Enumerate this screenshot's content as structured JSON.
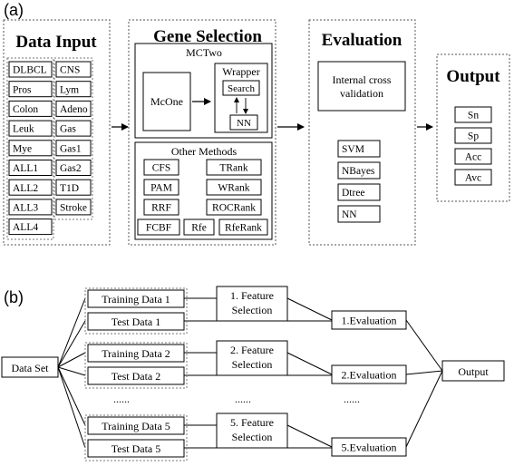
{
  "panel_a": {
    "label": "(a)",
    "data_input": {
      "title": "Data Input",
      "left_items": [
        "DLBCL",
        "Pros",
        "Colon",
        "Leuk",
        "Mye",
        "ALL1",
        "ALL2",
        "ALL3",
        "ALL4"
      ],
      "right_items": [
        "CNS",
        "Lym",
        "Adeno",
        "Gas",
        "Gas1",
        "Gas2",
        "T1D",
        "Stroke"
      ]
    },
    "gene_selection": {
      "title": "Gene Selection",
      "mctwo": {
        "title": "MCTwo",
        "mcone": "McOne",
        "wrapper": "Wrapper",
        "search": "Search",
        "nn": "NN"
      },
      "other_methods": {
        "title": "Other Methods",
        "items": [
          "CFS",
          "TRank",
          "PAM",
          "WRank",
          "RRF",
          "ROCRank",
          "FCBF",
          "Rfe",
          "RfeRank"
        ]
      }
    },
    "evaluation": {
      "title": "Evaluation",
      "internal_line1": "Internal cross",
      "internal_line2": "validation",
      "classifiers": [
        "SVM",
        "NBayes",
        "Dtree",
        "NN"
      ]
    },
    "output": {
      "title": "Output",
      "items": [
        "Sn",
        "Sp",
        "Acc",
        "Avc"
      ]
    }
  },
  "panel_b": {
    "label": "(b)",
    "data_set": "Data Set",
    "rows": [
      {
        "training": "Training Data 1",
        "test": "Test Data 1",
        "feature_line1": "1. Feature",
        "feature_line2": "Selection",
        "evaluation": "1.Evaluation"
      },
      {
        "training": "Training Data 2",
        "test": "Test Data 2",
        "feature_line1": "2. Feature",
        "feature_line2": "Selection",
        "evaluation": "2.Evaluation"
      },
      {
        "training": "Training Data 5",
        "test": "Test Data 5",
        "feature_line1": "5. Feature",
        "feature_line2": "Selection",
        "evaluation": "5.Evaluation"
      }
    ],
    "ellipsis": "......",
    "output": "Output"
  }
}
